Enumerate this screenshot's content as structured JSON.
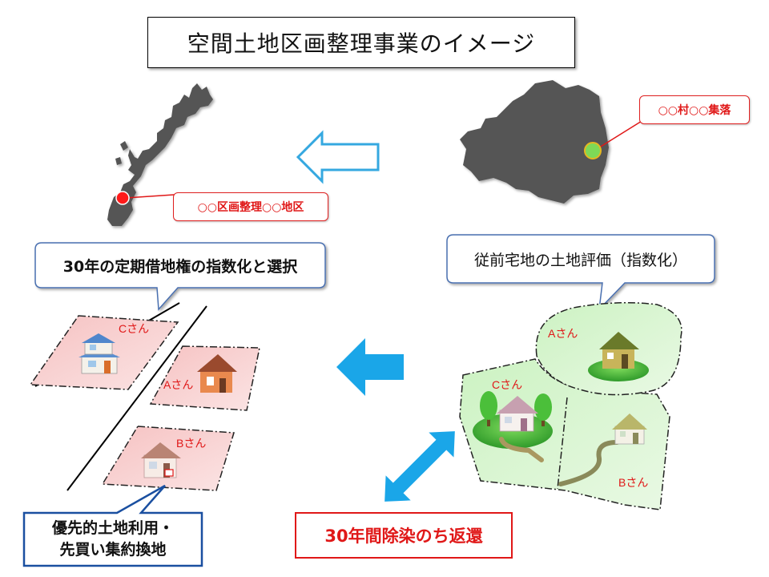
{
  "title": "空間土地区画整理事業のイメージ",
  "labels": {
    "origin_village": "○○村○○集落",
    "destination_district": "○○区画整理○○地区"
  },
  "callouts": {
    "lease_selection": "30年の定期借地権の指数化と選択",
    "land_evaluation": "従前宅地の土地評価（指数化）",
    "priority_line1": "優先的土地利用・",
    "priority_line2": "先買い集約換地",
    "decontamination": "30年間除染のち返還"
  },
  "lots": {
    "right_a": "Aさん",
    "right_b": "Bさん",
    "right_c": "Cさん",
    "left_a": "Aさん",
    "left_b": "Bさん",
    "left_c": "Cさん"
  },
  "colors": {
    "map_gray": "#555555",
    "marker_red": "#e01818",
    "marker_green": "#7ed957",
    "arrow_blue": "#1aa6e8",
    "outline_arrow": "#35a8e0",
    "lot_pink": "#f7cfcf",
    "land_green": "#d9f5d0",
    "bubble_border": "#4a6fb0",
    "note_border": "#1a4fa0"
  },
  "icons": [
    "okinawa-map-icon",
    "fukushima-map-icon",
    "house-icon",
    "tree-icon",
    "red-location-marker-icon",
    "green-location-marker-icon",
    "left-outline-arrow-icon",
    "left-solid-arrow-icon",
    "double-headed-arrow-icon"
  ]
}
